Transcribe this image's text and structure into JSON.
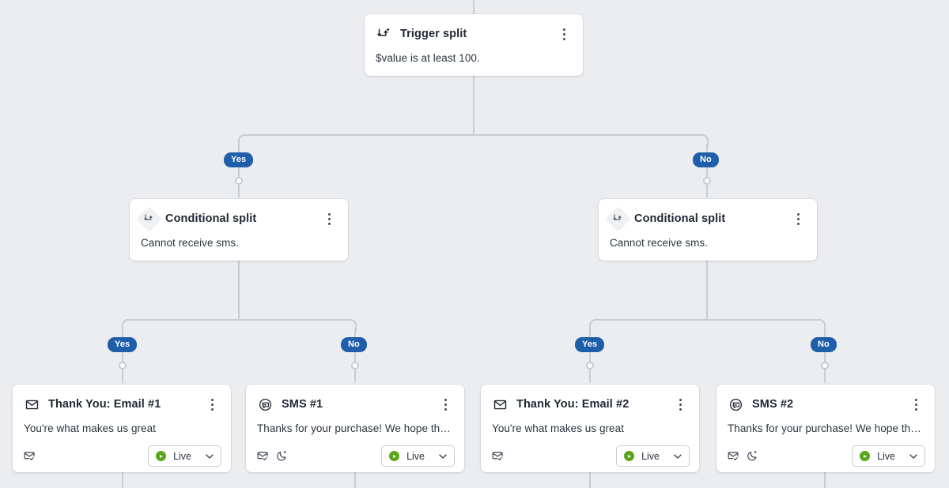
{
  "canvas": {
    "background_color": "#ebedf0",
    "connector_color": "#c9ccd1",
    "branch_pill_color": "#1f5fa9",
    "live_status_color": "#59a618"
  },
  "flow": {
    "trigger": {
      "icon": "trigger-split-icon",
      "title": "Trigger split",
      "body": "$value is at least 100.",
      "menu": "kebab-menu-icon"
    },
    "branches_level_1": [
      {
        "label": "Yes"
      },
      {
        "label": "No"
      }
    ],
    "splits": [
      {
        "icon": "conditional-split-icon",
        "title": "Conditional split",
        "body": "Cannot receive sms.",
        "menu": "kebab-menu-icon"
      },
      {
        "icon": "conditional-split-icon",
        "title": "Conditional split",
        "body": "Cannot receive sms.",
        "menu": "kebab-menu-icon"
      }
    ],
    "branches_level_2": [
      {
        "label": "Yes"
      },
      {
        "label": "No"
      },
      {
        "label": "Yes"
      },
      {
        "label": "No"
      }
    ],
    "messages": [
      {
        "icon": "email-icon",
        "title": "Thank You: Email #1",
        "body": "You're what makes us great",
        "footer_icons": [
          "envelope-check-icon"
        ],
        "status": "Live",
        "menu": "kebab-menu-icon"
      },
      {
        "icon": "sms-icon",
        "title": "SMS #1",
        "body": "Thanks for your purchase! We hope that ...",
        "footer_icons": [
          "envelope-check-icon",
          "quiet-hours-moon-icon"
        ],
        "status": "Live",
        "menu": "kebab-menu-icon"
      },
      {
        "icon": "email-icon",
        "title": "Thank You: Email #2",
        "body": "You're what makes us great",
        "footer_icons": [
          "envelope-check-icon"
        ],
        "status": "Live",
        "menu": "kebab-menu-icon"
      },
      {
        "icon": "sms-icon",
        "title": "SMS #2",
        "body": "Thanks for your purchase! We hope that ...",
        "footer_icons": [
          "envelope-check-icon",
          "quiet-hours-moon-icon"
        ],
        "status": "Live",
        "menu": "kebab-menu-icon"
      }
    ]
  }
}
